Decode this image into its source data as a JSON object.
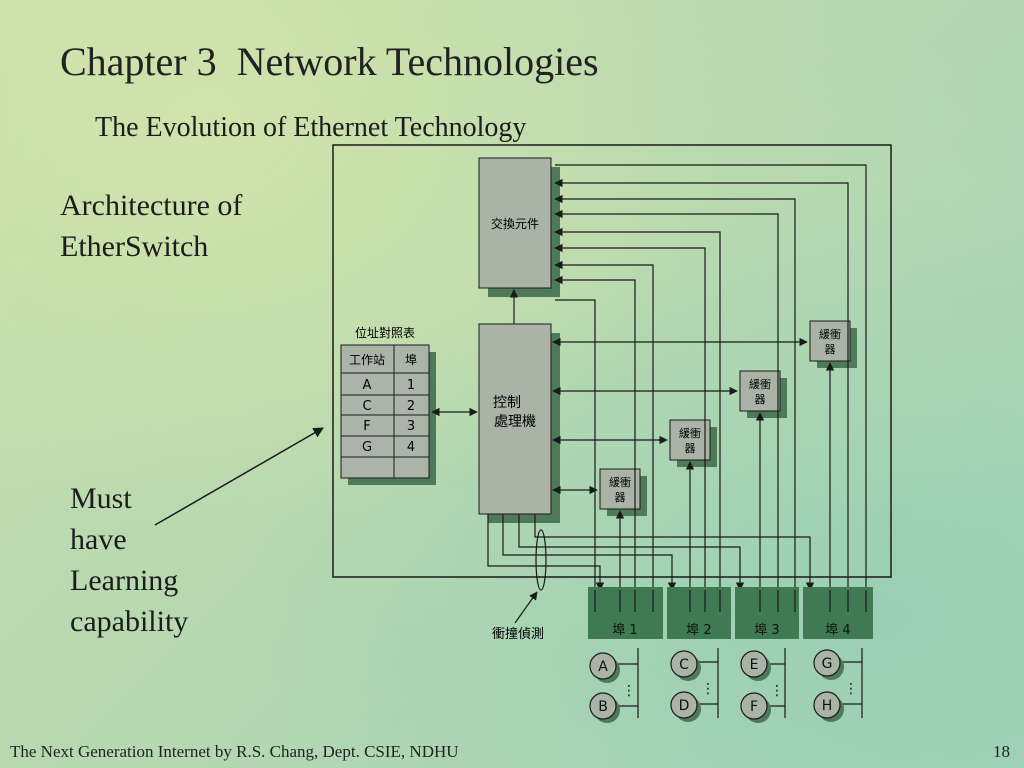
{
  "slide": {
    "title": "Chapter 3  Network Technologies",
    "subtitle": "The Evolution of Ethernet Technology",
    "arch_line1": "Architecture of",
    "arch_line2": "EtherSwitch",
    "must_lines": [
      "Must",
      "have",
      "Learning",
      "capability"
    ],
    "footer": "The Next Generation Internet by R.S. Chang, Dept. CSIE, NDHU",
    "page_number": "18"
  },
  "diagram": {
    "switch_fabric_label": "交換元件",
    "cpu_label_line1": "控制",
    "cpu_label_line2": "處理機",
    "table_caption": "位址對照表",
    "table_headers": [
      "工作站",
      "埠"
    ],
    "table_rows": [
      [
        "A",
        "1"
      ],
      [
        "C",
        "2"
      ],
      [
        "F",
        "3"
      ],
      [
        "G",
        "4"
      ],
      [
        "",
        ""
      ]
    ],
    "buffer_line1": "緩衝",
    "buffer_line2": "器",
    "collision_label": "衝撞偵測",
    "ports": [
      "埠 1",
      "埠 2",
      "埠 3",
      "埠 4"
    ],
    "stations_top": [
      "A",
      "C",
      "E",
      "G"
    ],
    "stations_bottom": [
      "B",
      "D",
      "F",
      "H"
    ],
    "colors": {
      "box_fill": "#a9b3a6",
      "shadow": "#4f7a59",
      "port_bar": "#3f7a52",
      "line": "#1a1a1a"
    }
  }
}
